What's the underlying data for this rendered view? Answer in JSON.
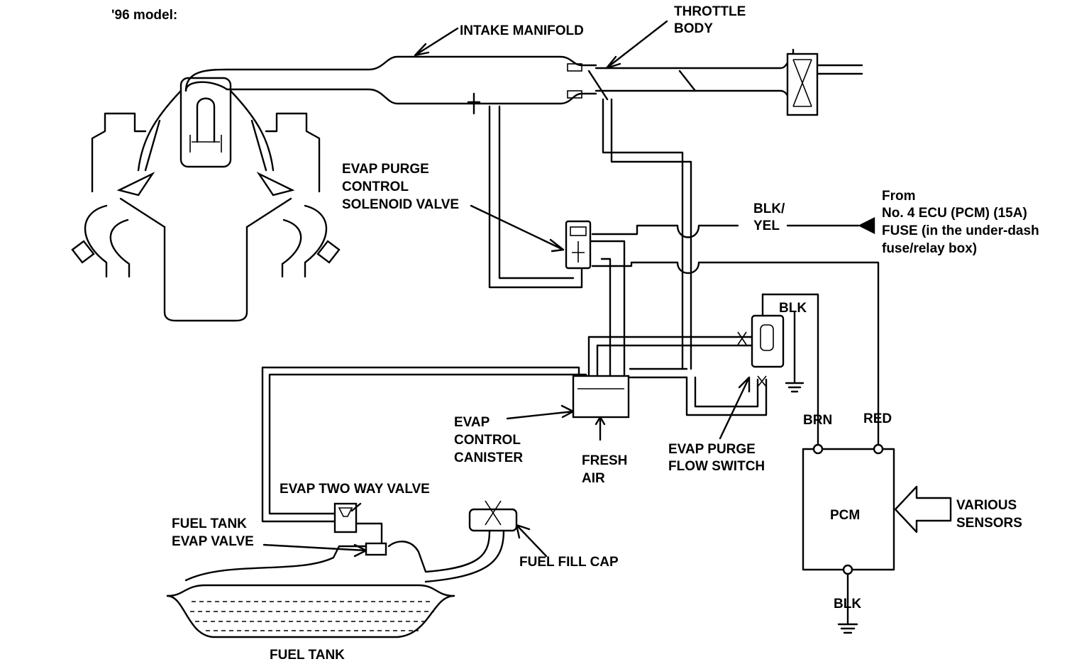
{
  "diagram": {
    "title": "'96 model:",
    "labels": {
      "intake_manifold": "INTAKE MANIFOLD",
      "throttle_body_1": "THROTTLE",
      "throttle_body_2": "BODY",
      "purge_valve_1": "EVAP PURGE",
      "purge_valve_2": "CONTROL",
      "purge_valve_3": "SOLENOID VALVE",
      "blk_yel_1": "BLK/",
      "blk_yel_2": "YEL",
      "from_1": "From",
      "from_2": "No. 4 ECU (PCM) (15A)",
      "from_3": "FUSE (in the under-dash",
      "from_4": "fuse/relay box)",
      "blk_switch": "BLK",
      "canister_1": "EVAP",
      "canister_2": "CONTROL",
      "canister_3": "CANISTER",
      "fresh_air_1": "FRESH",
      "fresh_air_2": "AIR",
      "flow_switch_1": "EVAP PURGE",
      "flow_switch_2": "FLOW SWITCH",
      "brn": "BRN",
      "red": "RED",
      "pcm": "PCM",
      "sensors_1": "VARIOUS",
      "sensors_2": "SENSORS",
      "blk_pcm": "BLK",
      "two_way_valve": "EVAP TWO WAY VALVE",
      "tank_valve_1": "FUEL TANK",
      "tank_valve_2": "EVAP VALVE",
      "fill_cap": "FUEL FILL CAP",
      "fuel_tank": "FUEL TANK"
    }
  }
}
